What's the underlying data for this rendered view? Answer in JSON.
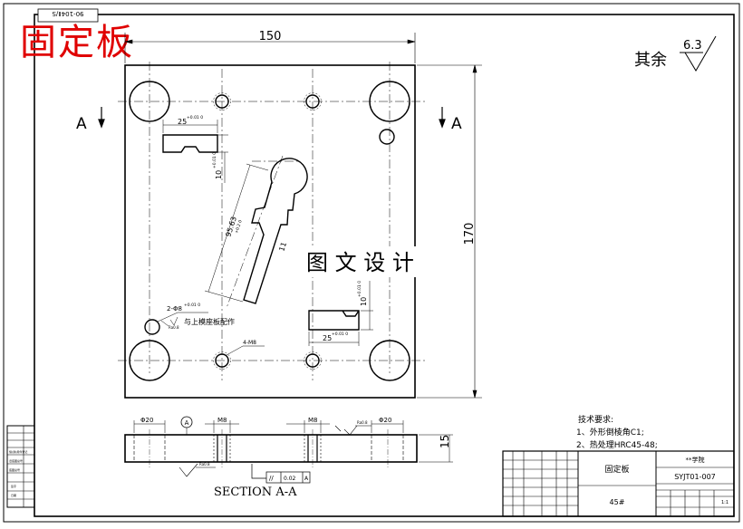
{
  "title_overlay": "固定板",
  "watermark": "图 文 设 计",
  "roughness": {
    "label": "其余",
    "value": "6.3"
  },
  "top_tab_code": "90-104Ⅱ/S",
  "section_marks": {
    "left": "A",
    "right": "A"
  },
  "dimensions": {
    "width_total": "150",
    "height_total": "170",
    "thickness": "15",
    "slot_top_width": "25",
    "slot_top_tol": "+0.01 0",
    "slot_top_depth": "10",
    "slot_top_depth_tol": "+0.01 0",
    "slot_br_width": "25",
    "slot_br_tol": "+0.01 0",
    "slot_br_depth": "10",
    "slot_br_depth_tol": "+0.01 0",
    "diag_length": "95.63",
    "diag_length_tol": "+0.2 0",
    "slot_small": "11",
    "pin_holes": "2-Φ8",
    "pin_holes_tol": "+0.01 0",
    "pin_note": "与上模座板配作",
    "screw_holes": "4-M8",
    "ra_small": "Ra0.8"
  },
  "section": {
    "title": "SECTION A-A",
    "labels": [
      "Φ20",
      "M8",
      "M8",
      "Φ20"
    ],
    "datum": "A",
    "tolerance": {
      "symbol": "//",
      "value": "0.02",
      "datum": "A"
    },
    "ra": "Ra0.8"
  },
  "tech_requirements": {
    "heading": "技术要求:",
    "items": [
      "1、外形倒棱角C1;",
      "2、热处理HRC45-48;"
    ]
  },
  "title_block": {
    "part_name": "固定板",
    "school": "**学院",
    "drawing_no": "SYJT01-007",
    "material": "45#",
    "scale": "1:1"
  },
  "left_strip": [
    "借(通)用件登记",
    "旧底图总号",
    "底图总号",
    "签字",
    "日期"
  ]
}
